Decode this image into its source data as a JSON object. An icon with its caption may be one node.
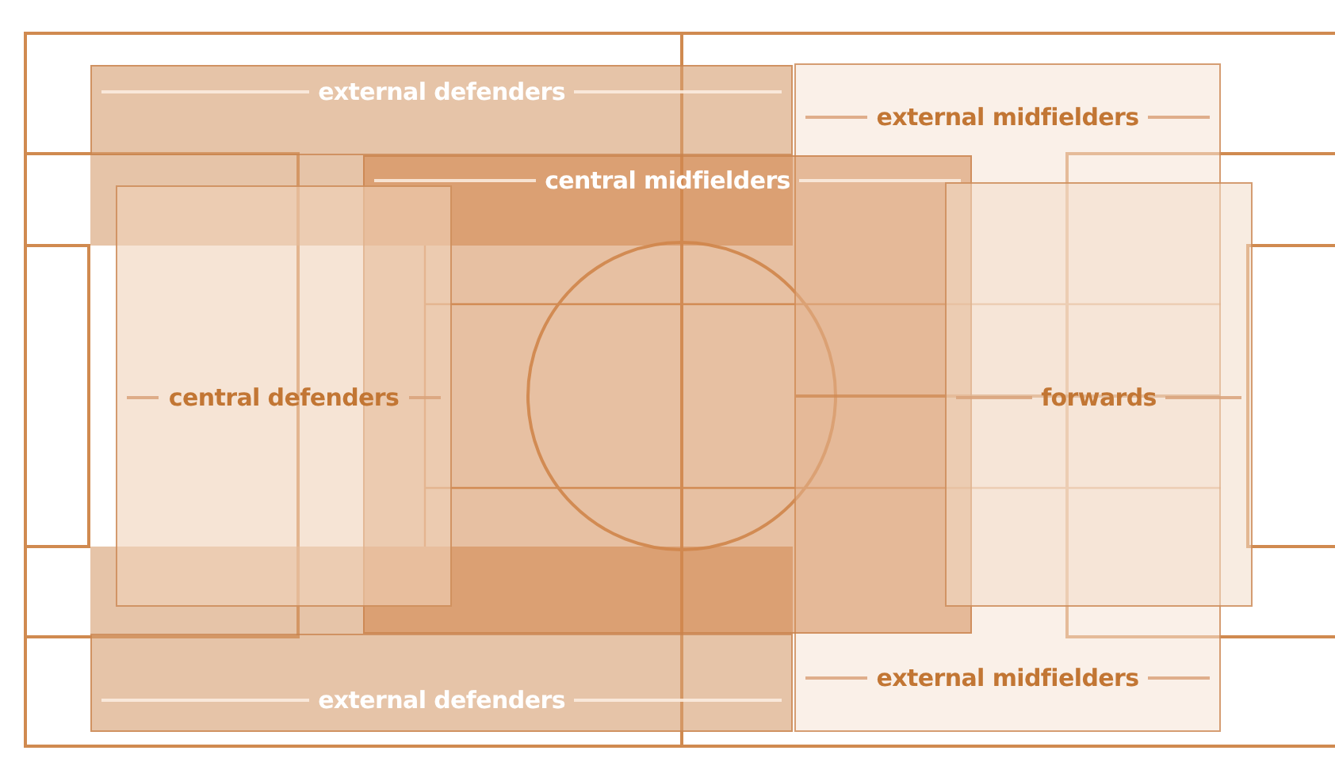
{
  "diagram": {
    "nodes": [
      {
        "text": [
          "external defenders"
        ]
      },
      {
        "text": [
          "external midfielders"
        ]
      },
      {
        "text": [
          "central midfielders"
        ]
      },
      {
        "text": [
          "central defenders"
        ]
      },
      {
        "text": [
          "forwards"
        ]
      },
      {
        "text": [
          "external defenders"
        ]
      },
      {
        "text": [
          "external midfielders"
        ]
      }
    ]
  }
}
